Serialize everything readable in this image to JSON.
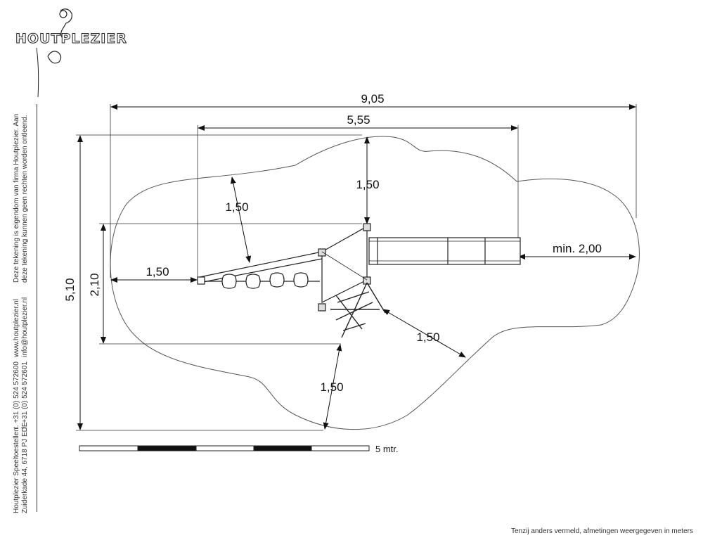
{
  "logo": {
    "text": "HOUTPLEZIER",
    "icon": "climbing-figure-icon"
  },
  "disclaimer": {
    "line1": "Deze tekening is eigendom van firma Houtplezier. Aan",
    "line2": "deze tekening kunnen geen rechten worden ontleend."
  },
  "web": {
    "site": "www.houtplezier.nl",
    "email": "info@houtplezier.nl"
  },
  "phone": {
    "tel": "t. +31 (0) 524 572600",
    "fax": "f. +31 (0) 524 572601"
  },
  "address": {
    "company": "Houtplezier Speeltoestellen",
    "street": "Zuiderkade 44, 6718 PJ EDE"
  },
  "dimensions": {
    "overall_width": "9,05",
    "inner_width": "5,55",
    "overall_height": "5,10",
    "inner_height": "2,10",
    "top_clearance": "1,50",
    "diag_clearance": "1,50",
    "left_clearance": "1,50",
    "right_clearance": "min. 2,00",
    "lower_right_clearance": "1,50",
    "bottom_clearance": "1,50"
  },
  "scale_bar": {
    "label": "5 mtr."
  },
  "footnote": "Tenzij anders vermeld, afmetingen weergegeven in meters"
}
